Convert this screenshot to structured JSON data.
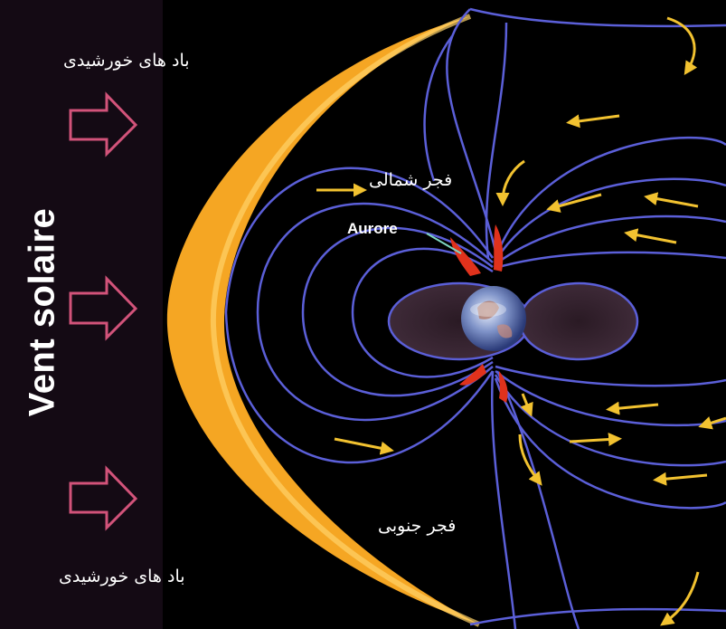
{
  "labels": {
    "side_title": "Vent solaire",
    "solar_wind_top": "باد های خورشیدی",
    "solar_wind_bottom": "باد های خورشیدی",
    "northern_aurora": "فجر شمالی",
    "aurora_fr": "Aurore",
    "southern_aurora": "فجر جنوبی"
  },
  "colors": {
    "background": "#000000",
    "left_band": "#140a14",
    "field_lines": "#5b5fd8",
    "bow_shock": "#f5a623",
    "wind_arrows": "#d2537a",
    "flow_arrows": "#f2c230",
    "aurora": "#e0321c",
    "text": "#ffffff"
  },
  "icons": [
    "wind-arrow-icon",
    "earth-icon",
    "flow-arrow-icon"
  ]
}
